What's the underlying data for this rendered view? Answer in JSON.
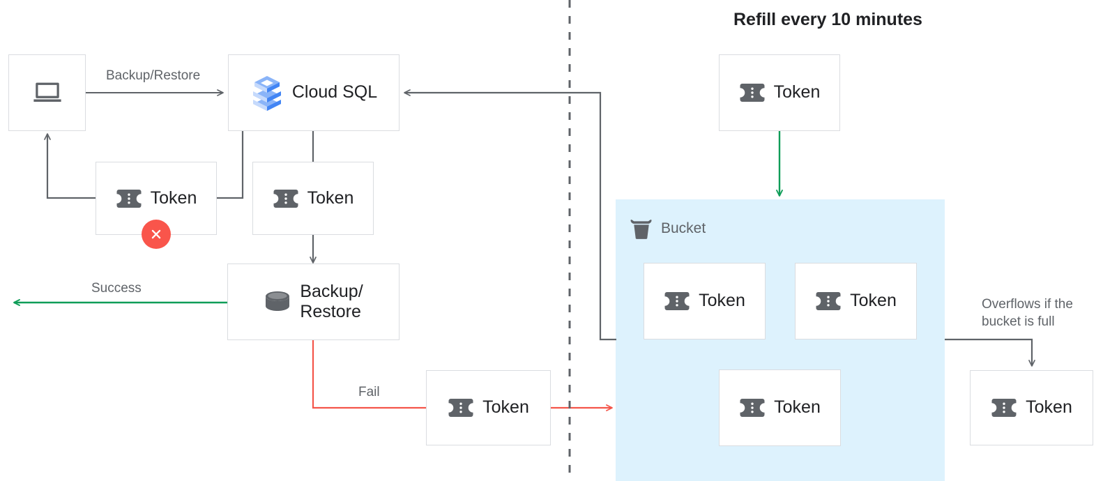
{
  "diagram": {
    "title": "Refill every 10 minutes",
    "divider": "vertical-dashed-divider",
    "colors": {
      "box_border": "#dadce0",
      "icon_gray": "#5f6368",
      "text_primary": "#202124",
      "text_secondary": "#5f6368",
      "arrow_gray": "#5f6368",
      "arrow_green": "#0f9d58",
      "arrow_red": "#f4554a",
      "error_red": "#f9554b",
      "bucket_fill": "#ddf2fd",
      "cloudsql_blue_dark": "#4285f4",
      "cloudsql_blue_mid": "#8ab4f8",
      "cloudsql_blue_light": "#c6dafc"
    }
  },
  "nodes": {
    "client": {
      "label": "",
      "icon": "laptop-icon"
    },
    "cloud_sql": {
      "label": "Cloud SQL",
      "icon": "cloud-sql-icon"
    },
    "token_failed": {
      "label": "Token",
      "icon": "token-icon",
      "status": "error"
    },
    "token_issued": {
      "label": "Token",
      "icon": "token-icon"
    },
    "backup_restore": {
      "label": "Backup/\nRestore",
      "icon": "database-icon"
    },
    "token_fail_path": {
      "label": "Token",
      "icon": "token-icon"
    },
    "token_refill": {
      "label": "Token",
      "icon": "token-icon"
    },
    "bucket_token_1": {
      "label": "Token",
      "icon": "token-icon"
    },
    "bucket_token_2": {
      "label": "Token",
      "icon": "token-icon"
    },
    "bucket_token_3": {
      "label": "Token",
      "icon": "token-icon"
    },
    "token_overflow": {
      "label": "Token",
      "icon": "token-icon"
    }
  },
  "bucket": {
    "caption": "Bucket",
    "icon": "bucket-icon"
  },
  "edges": {
    "backup_restore_label": "Backup/Restore",
    "success_label": "Success",
    "fail_label": "Fail",
    "overflow_label": "Overflows if the\nbucket is full"
  }
}
